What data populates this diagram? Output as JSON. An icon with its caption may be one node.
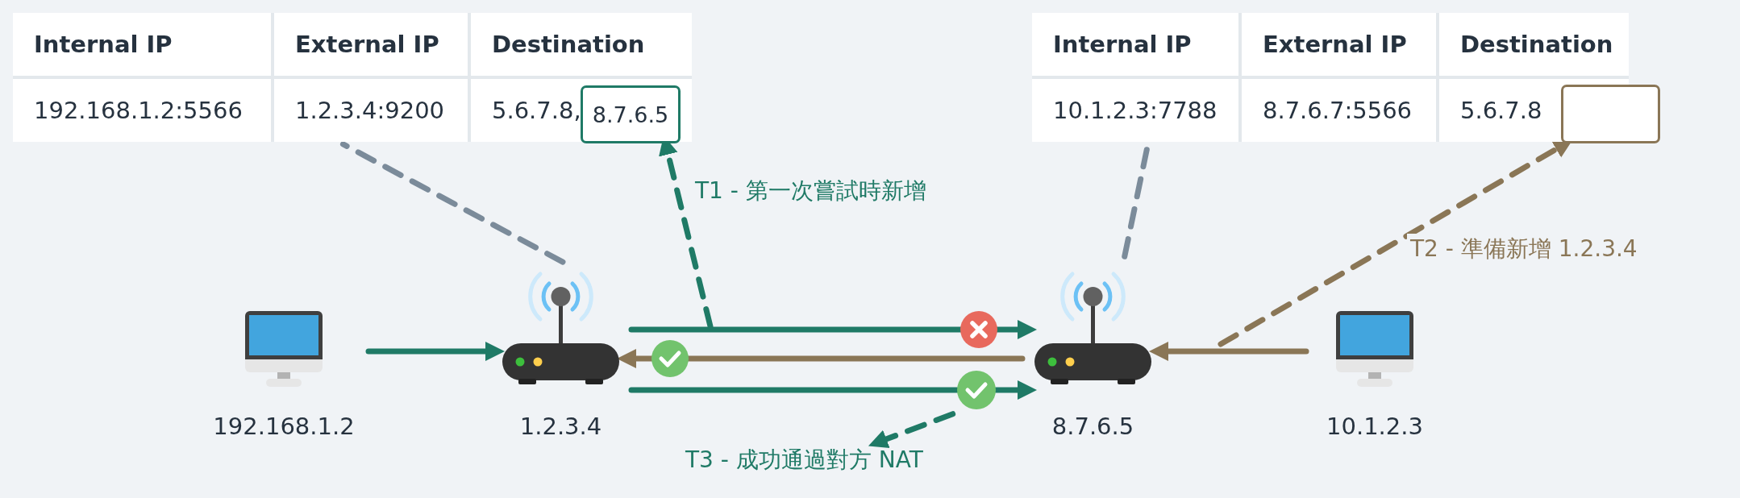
{
  "diagram": {
    "nodes": [
      {
        "text": [
          "Internal IP",
          "External IP",
          "Destination",
          "192.168.1.2:5566",
          "1.2.3.4:9200",
          "5.6.7.8,"
        ]
      },
      {
        "text": [
          "8.7.6.5"
        ],
        "in": 0
      },
      {
        "text": [
          "Internal IP",
          "External IP",
          "Destination",
          "10.1.2.3:7788",
          "8.7.6.7:5566",
          "5.6.7.8"
        ]
      },
      {
        "text": [],
        "shape": "box"
      },
      {
        "text": [
          "192.168.1.2"
        ]
      },
      {
        "text": [
          "1.2.3.4"
        ]
      },
      {
        "text": [
          "8.7.6.5"
        ]
      },
      {
        "text": [
          "10.1.2.3"
        ]
      },
      {
        "text": [
          "T3 - 成功通過對方 NAT"
        ]
      },
      {
        "text": [],
        "shape": "circle"
      }
    ],
    "edges": [
      {
        "from": 4,
        "to": 5,
        "arrow": "to"
      },
      {
        "from": 5,
        "to": 6,
        "arrow": "to"
      },
      {
        "from": 6,
        "to": 5,
        "arrow": "to",
        "color": "#8a7656"
      },
      {
        "from": 5,
        "to": 9,
        "arrow": "none"
      },
      {
        "from": 7,
        "to": 6,
        "arrow": "to",
        "color": "#8a7656"
      },
      {
        "from": 5,
        "to": 0,
        "arrow": "none",
        "style": "dashed",
        "color": "#7b8b9a"
      },
      {
        "from": 6,
        "to": 2,
        "arrow": "none",
        "style": "dashed",
        "color": "#7b8b9a"
      },
      {
        "from": null,
        "to": 1,
        "arrow": "to",
        "style": "dashed",
        "label": "T1 - 第一次嘗試時新增"
      },
      {
        "from": null,
        "to": 3,
        "arrow": "to",
        "style": "dashed",
        "color": "#8a7656",
        "label": "T2 - 準備新增 1.2.3.4"
      },
      {
        "from": 9,
        "to": 8,
        "arrow": "to",
        "style": "dashed"
      },
      {
        "from": 9,
        "to": 6,
        "arrow": "to"
      }
    ]
  }
}
